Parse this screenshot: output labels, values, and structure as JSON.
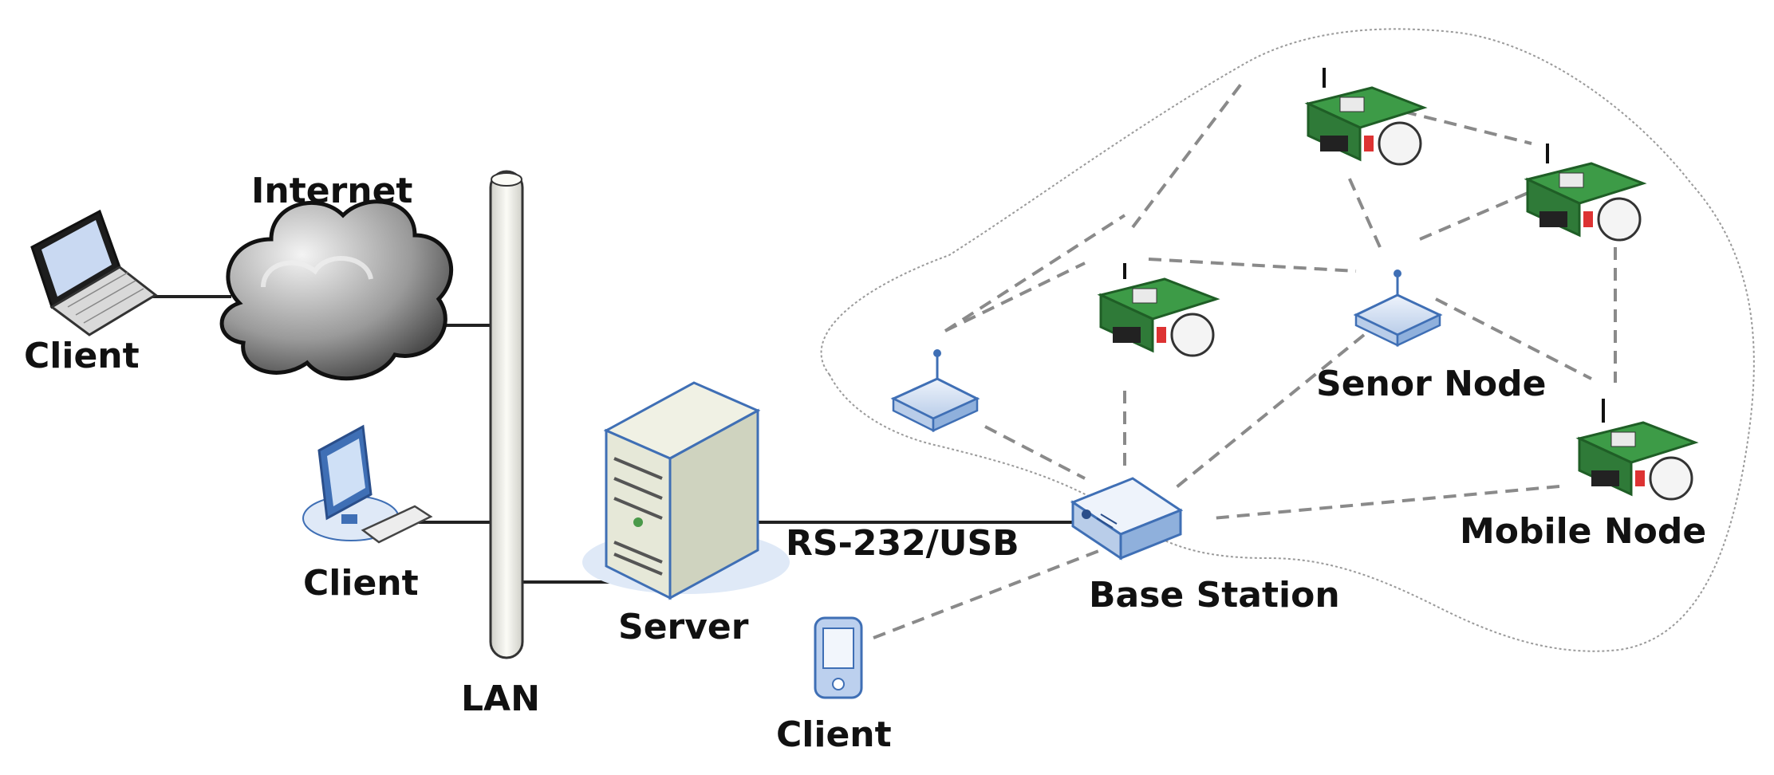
{
  "labels": {
    "internet": "Internet",
    "client_laptop": "Client",
    "client_desktop": "Client",
    "client_pda": "Client",
    "lan": "LAN",
    "server": "Server",
    "link": "RS-232/USB",
    "base_station": "Base Station",
    "sensor_node": "Senor Node",
    "mobile_node": "Mobile Node"
  },
  "colors": {
    "line": "#222222",
    "dashed": "#8a8a8a",
    "device_blue": "#3f6fb5",
    "device_fill": "#dfe9f7",
    "board_green": "#3d9b47",
    "server_fill": "#e6e8d8"
  },
  "icons": [
    "laptop-icon",
    "cloud-icon",
    "desktop-icon",
    "server-icon",
    "pda-icon",
    "base-station-icon",
    "access-point-icon",
    "robot-node-icon"
  ]
}
